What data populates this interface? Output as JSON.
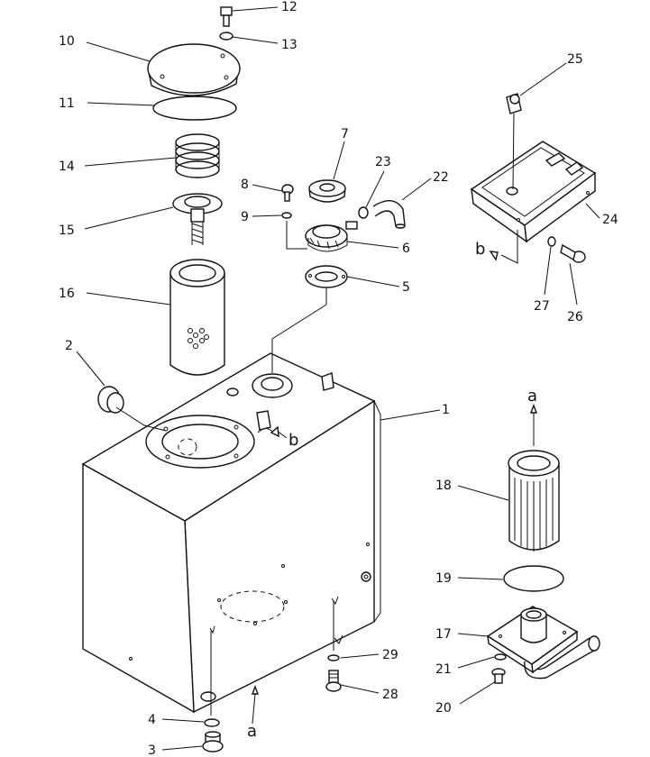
{
  "callouts": [
    "1",
    "2",
    "3",
    "4",
    "5",
    "6",
    "7",
    "8",
    "9",
    "10",
    "11",
    "12",
    "13",
    "14",
    "15",
    "16",
    "17",
    "18",
    "19",
    "20",
    "21",
    "22",
    "23",
    "24",
    "25",
    "26",
    "27",
    "28",
    "29"
  ],
  "flow_labels": {
    "a_top": "a",
    "a_bottom": "a",
    "b_tank": "b",
    "b_box": "b"
  },
  "colors": {
    "line": "#111111",
    "background": "#ffffff"
  }
}
